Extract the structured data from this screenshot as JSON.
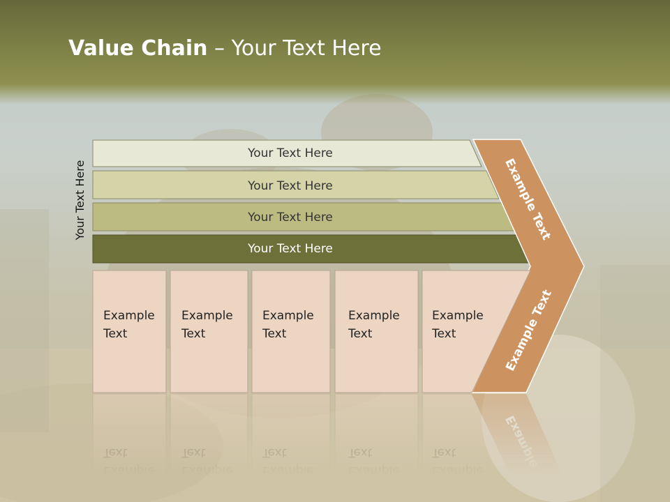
{
  "title": {
    "bold": "Value Chain",
    "rest": " – Your Text Here"
  },
  "side_label": "Your Text Here",
  "rows": [
    {
      "label": "Your Text Here",
      "fill": "#e8e8d6",
      "text_color": "#333333"
    },
    {
      "label": "Your Text Here",
      "fill": "#d4d4a8",
      "text_color": "#333333"
    },
    {
      "label": "Your Text Here",
      "fill": "#bcbc82",
      "text_color": "#333333"
    },
    {
      "label": "Your Text Here",
      "fill": "#6e703a",
      "text_color": "#ffffff"
    }
  ],
  "columns": [
    {
      "line1": "Example",
      "line2": "Text"
    },
    {
      "line1": "Example",
      "line2": "Text"
    },
    {
      "line1": "Example",
      "line2": "Text"
    },
    {
      "line1": "Example",
      "line2": "Text"
    },
    {
      "line1": "Example",
      "line2": "Text"
    }
  ],
  "chevron": {
    "upper": "Example Text",
    "lower": "Example Text",
    "fill": "#cc9360"
  },
  "colors": {
    "column_fill": "#ecd5c2",
    "column_stroke": "#b9a391"
  }
}
